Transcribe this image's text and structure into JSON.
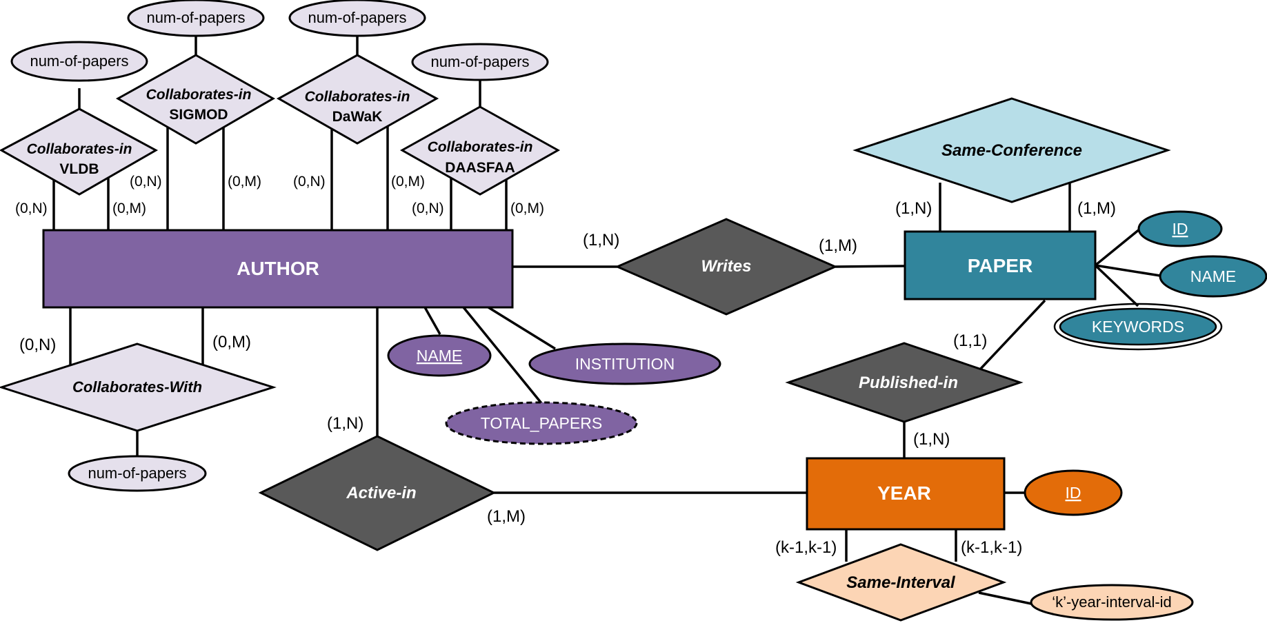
{
  "colors": {
    "author": "#8064a2",
    "paper": "#31859c",
    "paper_rel": "#b7dee8",
    "year": "#e36c09",
    "year_rel": "#fcd5b5",
    "lavender": "#e5e0ec",
    "dark_rel": "#595959"
  },
  "entities": {
    "author": "AUTHOR",
    "paper": "PAPER",
    "year": "YEAR"
  },
  "relationships": {
    "collab_vldb": {
      "line1": "Collaborates-in",
      "line2": "VLDB"
    },
    "collab_sigmod": {
      "line1": "Collaborates-in",
      "line2": "SIGMOD"
    },
    "collab_dawak": {
      "line1": "Collaborates-in",
      "line2": "DaWaK"
    },
    "collab_daasfaa": {
      "line1": "Collaborates-in",
      "line2": "DAASFAA"
    },
    "collaborates_with": "Collaborates-With",
    "writes": "Writes",
    "same_conference": "Same-Conference",
    "published_in": "Published-in",
    "active_in": "Active-in",
    "same_interval": "Same-Interval"
  },
  "attributes": {
    "num_of_papers": "num-of-papers",
    "author_name": "NAME",
    "institution": "INSTITUTION",
    "total_papers": "TOTAL_PAPERS",
    "paper_id": "ID",
    "paper_name": "NAME",
    "keywords": "KEYWORDS",
    "year_id": "ID",
    "k_year_interval_id": "‘k’-year-interval-id"
  },
  "cardinalities": {
    "on": "(0,N)",
    "om": "(0,M)",
    "one_n": "(1,N)",
    "one_m": "(1,M)",
    "one_one": "(1,1)",
    "k": "(k-1,k-1)"
  }
}
